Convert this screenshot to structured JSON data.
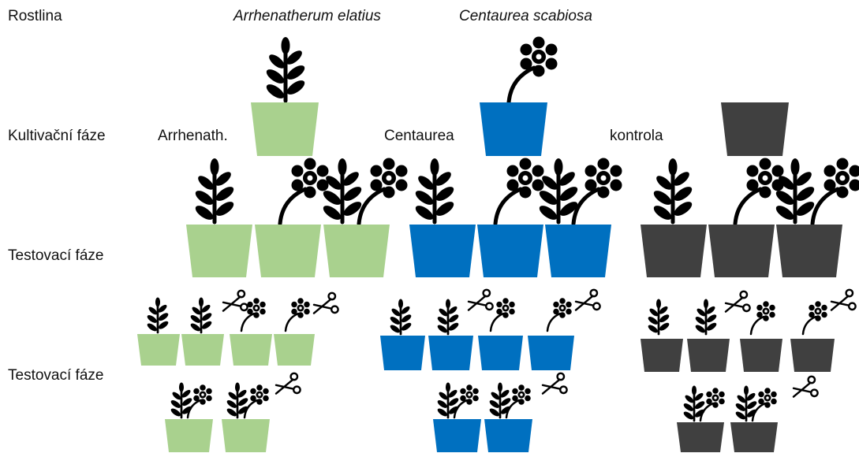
{
  "rows": {
    "plant": "Rostlina",
    "cultivation": "Kultivační fáze",
    "test1": "Testovací fáze",
    "test2": "Testovací fáze"
  },
  "species": {
    "arrhenatherum": "Arrhenatherum elatius",
    "centaurea": "Centaurea scabiosa"
  },
  "groups": {
    "arrhenath": "Arrhenath.",
    "centaurea": "Centaurea",
    "control": "kontrola"
  },
  "colors": {
    "arrhenath": "#a9d18e",
    "centaurea": "#0070c0",
    "control": "#404040",
    "icon": "#000000"
  },
  "icons": [
    "grass-icon",
    "flower-icon",
    "scissors-icon"
  ]
}
